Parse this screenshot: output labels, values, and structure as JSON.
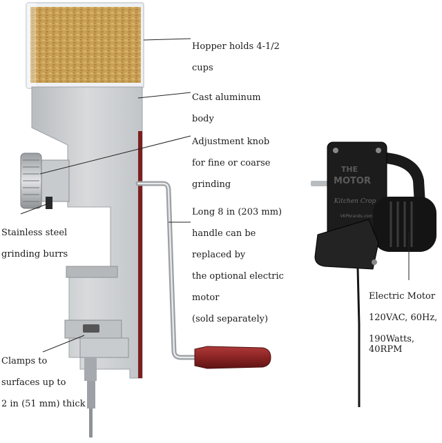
{
  "labels": {
    "hopper": [
      "Hopper holds 4-1/2",
      "cups"
    ],
    "body": [
      "Cast aluminum",
      "body"
    ],
    "knob": [
      "Adjustment knob",
      "for fine or coarse",
      "grinding"
    ],
    "burrs": [
      "Stainless steel",
      "grinding burrs"
    ],
    "handle": [
      "Long 8 in (203 mm)",
      "handle can be",
      "replaced by",
      "the optional electric",
      "motor",
      "(sold separately)"
    ],
    "clamps": [
      "Clamps to",
      "surfaces up to",
      "2 in (51 mm) thick"
    ],
    "motor": [
      "Electric Motor",
      "120VAC, 60Hz,",
      "190Watts, 40RPM"
    ]
  },
  "motor_markings": {
    "brand_top": "THE",
    "brand_bottom": "MOTOR",
    "script": "Kitchen Crop",
    "url": "VKPbrands.com"
  },
  "colors": {
    "grain": "#c9a055",
    "metal": "#cfd1d3",
    "handle_grip": "#8a2323",
    "motor_body": "#1c1c1c",
    "leader_line": "#222222"
  }
}
